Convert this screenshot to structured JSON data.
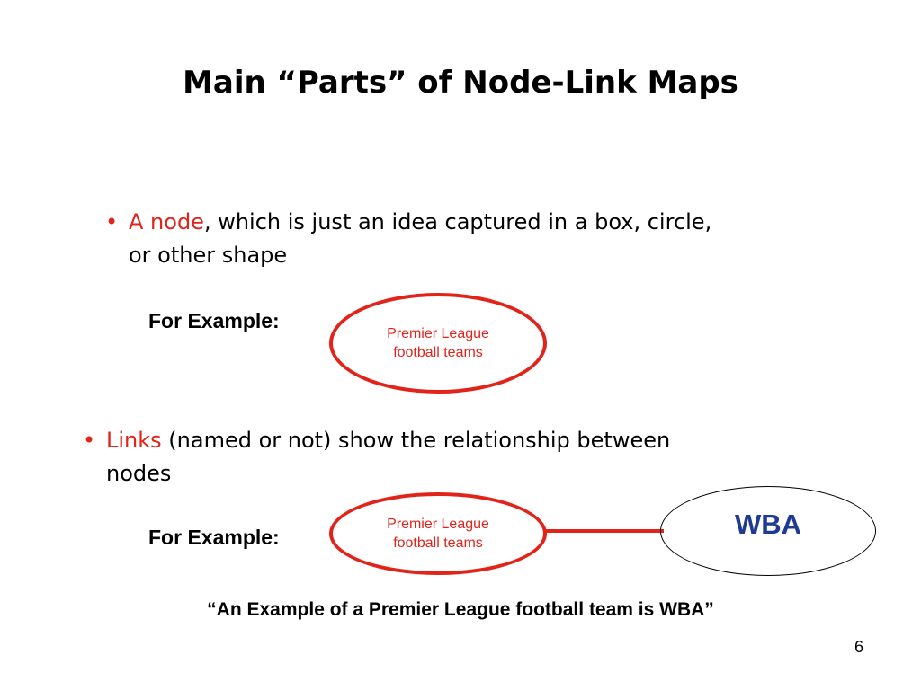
{
  "title": "Main “Parts” of Node-Link Maps",
  "bullets": [
    {
      "marker": "•",
      "highlight": "A node",
      "rest_line1": ", which is just an idea captured in a box, circle,",
      "rest_line2": "or other shape"
    },
    {
      "marker": "•",
      "highlight": "Links",
      "rest_line1": " (named or not) show the relationship between",
      "rest_line2": "nodes"
    }
  ],
  "example1": {
    "label": "For Example:",
    "node_line1": "Premier League",
    "node_line2": "football teams"
  },
  "example2": {
    "label": "For Example:",
    "node_line1": "Premier League",
    "node_line2": "football teams",
    "target_node": "WBA"
  },
  "quote": "“An Example of a Premier League football team is WBA”",
  "page_number": "6",
  "colors": {
    "accent_red": "#e2231a",
    "node_text_blue": "#1f3a93"
  }
}
